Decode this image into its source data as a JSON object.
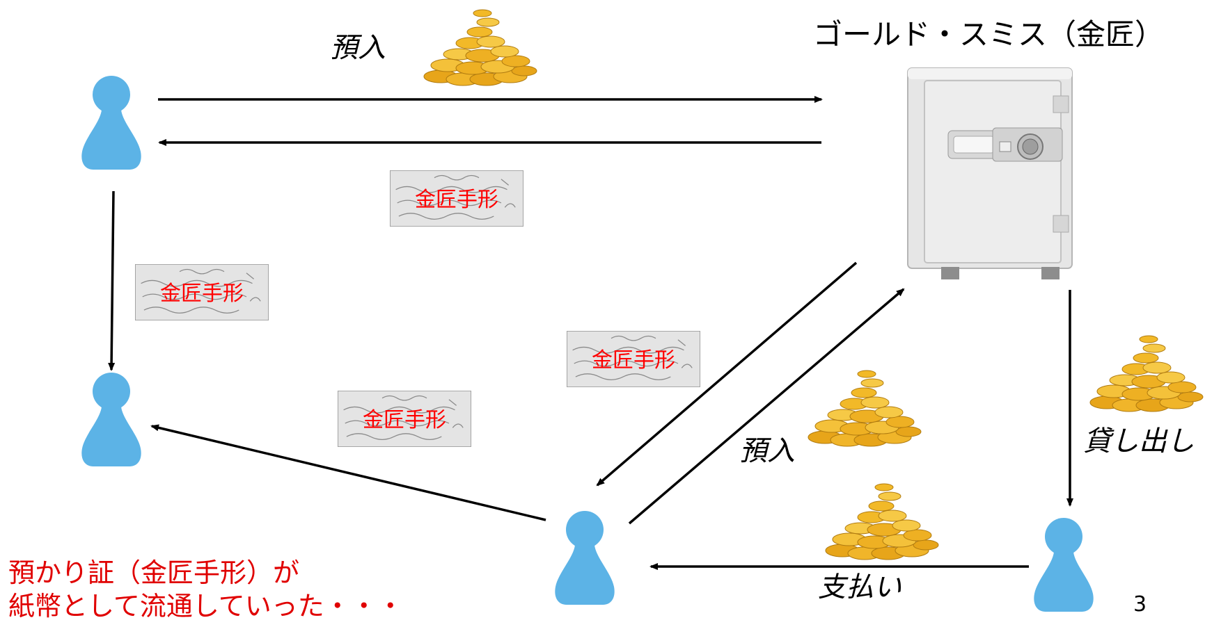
{
  "title": "ゴールド・スミス（金匠）",
  "labels": {
    "deposit_top": "預入",
    "deposit_mid": "預入",
    "lending": "貸し出し",
    "payment": "支払い"
  },
  "note_lines": [
    "預かり証（金匠手形）が",
    "紙幣として流通していった・・・"
  ],
  "bill_text": "金匠手形",
  "page_number": "3",
  "colors": {
    "person": "#5cb3e6",
    "bill_text": "#ff0000",
    "note": "#e00000",
    "arrow": "#000000",
    "gold": "#f2b928"
  },
  "icons": [
    "person-icon",
    "gold-coins-icon",
    "safe-icon",
    "gold-smith-bill"
  ]
}
